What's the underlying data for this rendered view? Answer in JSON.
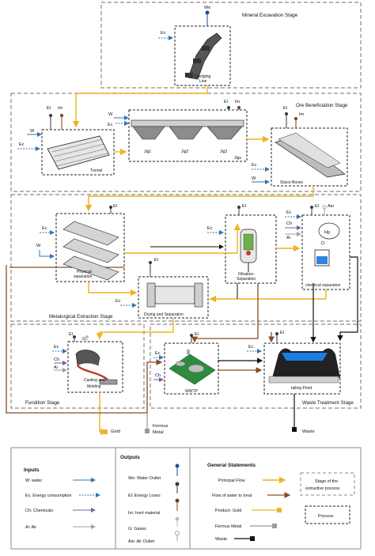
{
  "colors": {
    "principal_flow": "#f0b21d",
    "water_to_treat": "#8b4a22",
    "product_gold": "#e8b62b",
    "ferrous_metal": "#9a9a9a",
    "waste": "#111111",
    "water": "#2f74b5",
    "energy": "#2f74b5",
    "chemicals": "#7b5ea7",
    "air": "#9aa0a6",
    "water_outlet": "#1f4e8c",
    "energy_loses": "#3b3b3b",
    "inert_material": "#7b3b25",
    "gases": "#bdbdbd"
  },
  "stages": {
    "mineral_excavation": "Mineral Excavation Stage",
    "ore_beneficiation": "Ore Beneficiation Stage",
    "metallurgical_extraction": "Metalurgical Extraction Stage",
    "fundition": "Fundition Stage",
    "waste_treatment": "Waste Treatment Stage"
  },
  "processes": {
    "dredging_line": [
      "Dredging",
      "Line"
    ],
    "tromel": "Tromel",
    "jigs": "Jigs",
    "jig1": "Jig1",
    "jig2": "Jig2",
    "jig3": "Jig3",
    "sluice_boxes": "Sluice Boxes",
    "physical_separation": [
      "Physical",
      "separation"
    ],
    "filtration_separation": [
      "Filtration-",
      "Separation"
    ],
    "chemical_separation": "chemical separation",
    "drying_separation": "Drying and Separation",
    "casting_molding": [
      "Casting and",
      "Molding"
    ],
    "wwtp": "WWTP",
    "tailing_pond": "tailing Pond",
    "hg": "Hg"
  },
  "io_labels": {
    "wo": "Wo",
    "ec": "Ec",
    "el": "El",
    "im": "Im",
    "w": "W",
    "ch": "Ch",
    "ai": "Ai",
    "aio": "Aio",
    "g": "G"
  },
  "outputs": {
    "gold": "Gold",
    "ferrous_metal": [
      "Ferrous",
      "Metal"
    ],
    "waste": "Waste"
  },
  "legend": {
    "inputs_title": "Inputs",
    "inputs": [
      "W: water",
      "Ec: Energy consumption",
      "Ch: Chemicals",
      "Ai: Air"
    ],
    "outputs_title": "Outputs",
    "outputs": [
      "Wo: Water Outlet",
      "El: Energy Loses",
      "Im: Inert material",
      "G: Gases",
      "Aio: Air Outlet"
    ],
    "general_title": "General Statements",
    "general": [
      "Principal Flow",
      "Flow of water to treat",
      "Product- Gold",
      "Ferrous Metal",
      "Waste"
    ],
    "stage_box": [
      "Stage of the",
      "extractive process"
    ],
    "process_box": "Process"
  }
}
